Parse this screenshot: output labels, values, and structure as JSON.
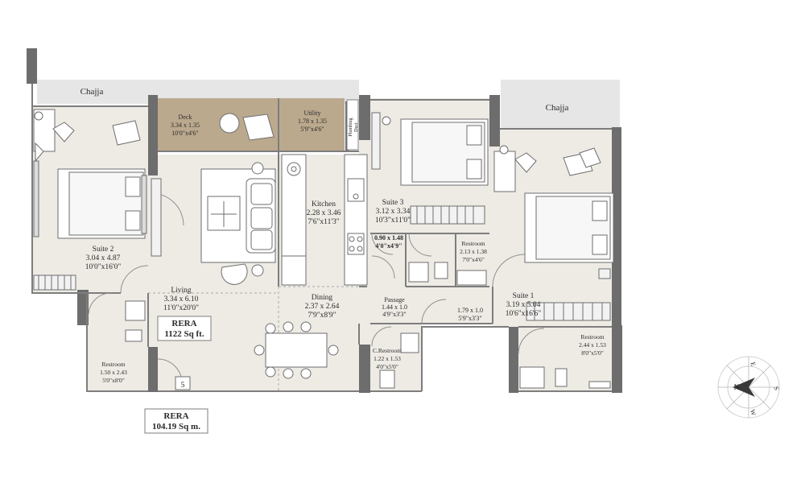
{
  "balconies": {
    "left": "Chajja",
    "right": "Chajja"
  },
  "rooms": {
    "deck": {
      "name": "Deck",
      "metric": "3.34 x 1.35",
      "imperial": "10'0\"x4'6\""
    },
    "utility": {
      "name": "Utility",
      "metric": "1.78 x 1.35",
      "imperial": "5'9\"x4'6\""
    },
    "plumbing": {
      "name": "Plumbing",
      "sub": "Duct"
    },
    "suite2": {
      "name": "Suite 2",
      "metric": "3.04 x 4.87",
      "imperial": "10'0\"x16'0\""
    },
    "kitchen": {
      "name": "Kitchen",
      "metric": "2.28 x 3.46",
      "imperial": "7'6\"x11'3\""
    },
    "suite3": {
      "name": "Suite 3",
      "metric": "3.12 x 3.34",
      "imperial": "10'3\"x11'0\""
    },
    "store": {
      "metric": "0.90 x 1.48",
      "imperial": "4'0\"x4'9\""
    },
    "restroom3": {
      "name": "Restroom",
      "metric": "2.13 x 1.38",
      "imperial": "7'0\"x4'6\""
    },
    "living": {
      "name": "Living",
      "metric": "3.34 x 6.10",
      "imperial": "11'0\"x20'0\""
    },
    "dining": {
      "name": "Dining",
      "metric": "2.37 x 2.64",
      "imperial": "7'9\"x8'9\""
    },
    "passage": {
      "name": "Passage",
      "metric": "1.44 x 1.0",
      "imperial": "4'9\"x3'3\""
    },
    "lobby": {
      "metric": "1.79 x 1.0",
      "imperial": "5'9\"x3'3\""
    },
    "suite1": {
      "name": "Suite 1",
      "metric": "3.19 x 5.04",
      "imperial": "10'6\"x16'6\""
    },
    "restroom1": {
      "name": "Restroom",
      "metric": "2.44 x 1.53",
      "imperial": "8'0\"x5'0\""
    },
    "crestroom": {
      "name": "C.Restroom",
      "metric": "1.22 x 1.53",
      "imperial": "4'0\"x5'0\""
    },
    "restroom2": {
      "name": "Restroom",
      "metric": "1.50 x 2.43",
      "imperial": "5'0\"x8'0\""
    }
  },
  "rera_sqft": {
    "title": "RERA",
    "value": "1122 Sq ft."
  },
  "rera_sqm": {
    "title": "RERA",
    "value": "104.19 Sq m."
  },
  "entry_number": "5",
  "compass": {
    "n": "N",
    "e": "E",
    "s": "S",
    "w": "W"
  }
}
